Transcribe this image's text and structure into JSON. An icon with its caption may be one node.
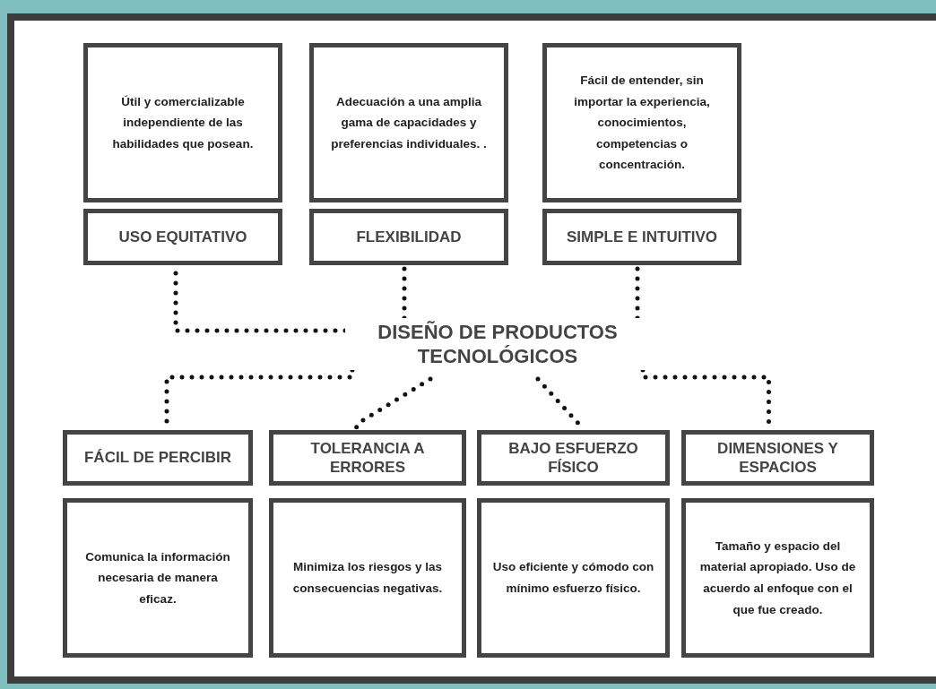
{
  "diagram": {
    "nodes": [
      {
        "text": [
          "Útil y comercializable independiente de las habilidades que posean."
        ]
      },
      {
        "text": [
          "Adecuación a una amplia gama de capacidades y preferencias individuales. ."
        ]
      },
      {
        "text": [
          "Fácil de entender, sin importar la experiencia, conocimientos, competencias o concentración."
        ]
      },
      {
        "text": [
          "USO EQUITATIVO"
        ]
      },
      {
        "text": [
          "FLEXIBILIDAD"
        ]
      },
      {
        "text": [
          "SIMPLE E INTUITIVO"
        ]
      },
      {
        "text": [
          "DISEÑO DE PRODUCTOS TECNOLÓGICOS"
        ]
      },
      {
        "text": [
          "FÁCIL DE PERCIBIR"
        ]
      },
      {
        "text": [
          "TOLERANCIA A ERRORES"
        ]
      },
      {
        "text": [
          "BAJO ESFUERZO FÍSICO"
        ]
      },
      {
        "text": [
          "DIMENSIONES Y ESPACIOS"
        ]
      },
      {
        "text": [
          "Comunica la información necesaria de manera eficaz."
        ]
      },
      {
        "text": [
          "Minimiza los riesgos y las consecuencias negativas."
        ]
      },
      {
        "text": [
          "Uso eficiente y cómodo con mínimo esfuerzo físico."
        ]
      },
      {
        "text": [
          "Tamaño y espacio del material apropiado. Uso de acuerdo al enfoque con el que fue creado."
        ]
      }
    ],
    "edges": [
      {
        "from": 6,
        "to": 3,
        "arrow": "none",
        "style": "dashed"
      },
      {
        "from": 6,
        "to": 4,
        "arrow": "none",
        "style": "dashed"
      },
      {
        "from": 6,
        "to": 5,
        "arrow": "none",
        "style": "dashed"
      },
      {
        "from": 6,
        "to": 7,
        "arrow": "none",
        "style": "dashed"
      },
      {
        "from": 6,
        "to": 8,
        "arrow": "none",
        "style": "dashed"
      },
      {
        "from": 6,
        "to": 9,
        "arrow": "none",
        "style": "dashed"
      },
      {
        "from": 6,
        "to": 10,
        "arrow": "none",
        "style": "dashed"
      }
    ]
  }
}
